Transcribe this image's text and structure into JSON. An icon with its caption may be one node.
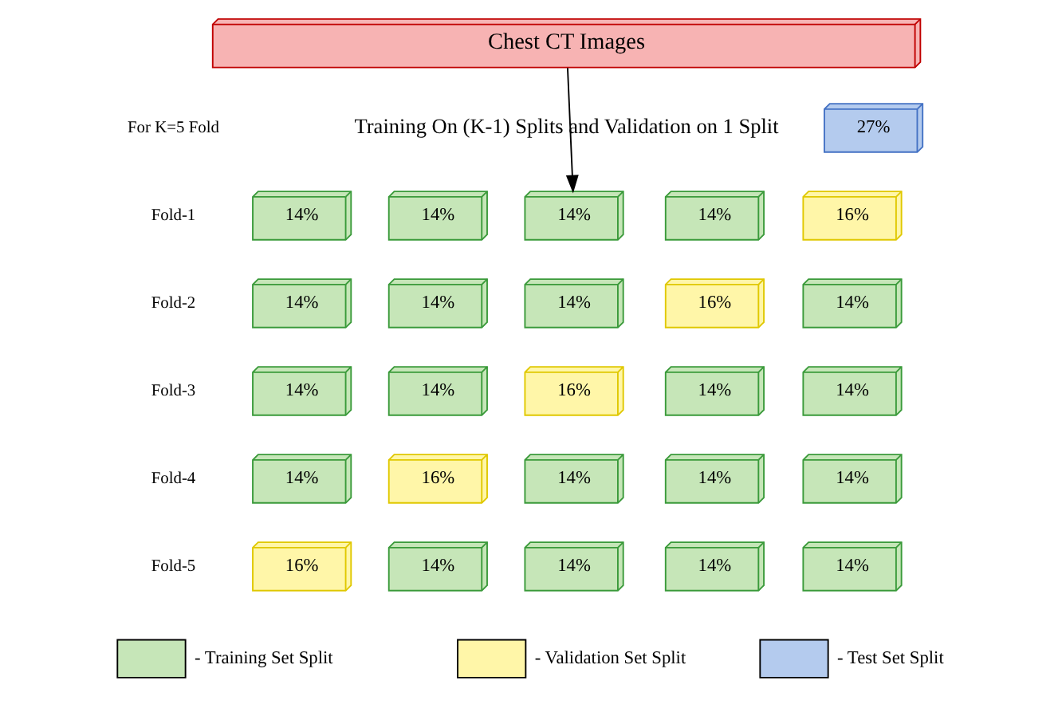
{
  "diagram": {
    "nodes": [
      {
        "text": [
          "Chest CT Images"
        ]
      },
      {
        "text": [
          "27%"
        ]
      },
      {
        "text": [
          "14%"
        ]
      },
      {
        "text": [
          "14%"
        ]
      },
      {
        "text": [
          "14%"
        ]
      },
      {
        "text": [
          "14%"
        ]
      },
      {
        "text": [
          "16%"
        ]
      },
      {
        "text": [
          "14%"
        ]
      },
      {
        "text": [
          "14%"
        ]
      },
      {
        "text": [
          "14%"
        ]
      },
      {
        "text": [
          "16%"
        ]
      },
      {
        "text": [
          "14%"
        ]
      },
      {
        "text": [
          "14%"
        ]
      },
      {
        "text": [
          "14%"
        ]
      },
      {
        "text": [
          "16%"
        ]
      },
      {
        "text": [
          "14%"
        ]
      },
      {
        "text": [
          "14%"
        ]
      },
      {
        "text": [
          "14%"
        ]
      },
      {
        "text": [
          "16%"
        ]
      },
      {
        "text": [
          "14%"
        ]
      },
      {
        "text": [
          "14%"
        ]
      },
      {
        "text": [
          "14%"
        ]
      },
      {
        "text": [
          "16%"
        ]
      },
      {
        "text": [
          "14%"
        ]
      },
      {
        "text": [
          "14%"
        ]
      },
      {
        "text": [
          "14%"
        ]
      },
      {
        "text": [
          "14%"
        ]
      }
    ],
    "edges": [
      {
        "from": 0,
        "to": 4,
        "arrow": "to"
      }
    ],
    "labels": [
      "For K=5 Fold",
      "Training On (K-1) Splits and Validation on 1 Split",
      "Fold-1",
      "Fold-2",
      "Fold-3",
      "Fold-4",
      "Fold-5"
    ],
    "legend": [
      {
        "text": "- Training Set Split",
        "color": "#c6e6b8"
      },
      {
        "text": "- Validation Set Split",
        "color": "#fff6a8"
      },
      {
        "text": "- Test Set Split",
        "color": "#b4cbee"
      }
    ]
  }
}
